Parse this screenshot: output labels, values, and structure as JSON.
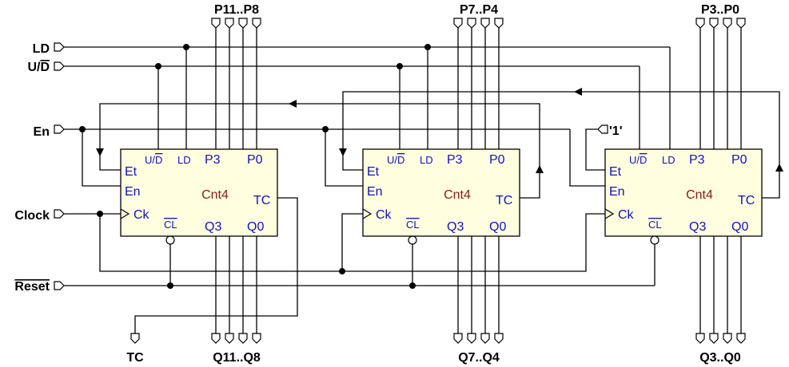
{
  "inputs": {
    "ld": "LD",
    "ud_prefix": "U/",
    "ud_bar": "D",
    "en": "En",
    "clock": "Clock",
    "reset": "Reset"
  },
  "buses": {
    "p_high": "P11..P8",
    "p_mid": "P7..P4",
    "p_low": "P3..P0",
    "q_high": "Q11..Q8",
    "q_mid": "Q7..Q4",
    "q_low": "Q3..Q0",
    "tc_out": "TC",
    "const_one": "'1'"
  },
  "block": {
    "name": "Cnt4",
    "pins": {
      "et": "Et",
      "en": "En",
      "ck": "Ck",
      "ud_prefix": "U/",
      "ud_bar": "D",
      "ld": "LD",
      "p3": "P3",
      "p0": "P0",
      "tc": "TC",
      "cl": "CL",
      "q3": "Q3",
      "q0": "Q0"
    }
  },
  "colors": {
    "block_fill": "#ffffe0",
    "pin_text": "#1010c8",
    "name_text": "#8b1a1a",
    "wire": "#000000"
  }
}
